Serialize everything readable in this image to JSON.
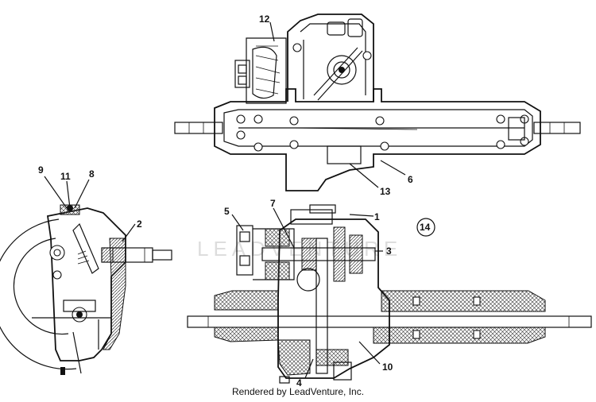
{
  "caption": "Rendered by LeadVenture, Inc.",
  "watermark": "LEADVENTURE",
  "callouts": {
    "c1": "1",
    "c2": "2",
    "c3": "3",
    "c4": "4",
    "c5": "5",
    "c6": "6",
    "c7": "7",
    "c8": "8",
    "c9": "9",
    "c10": "10",
    "c11": "11",
    "c12": "12",
    "c13": "13",
    "c14": "14"
  }
}
